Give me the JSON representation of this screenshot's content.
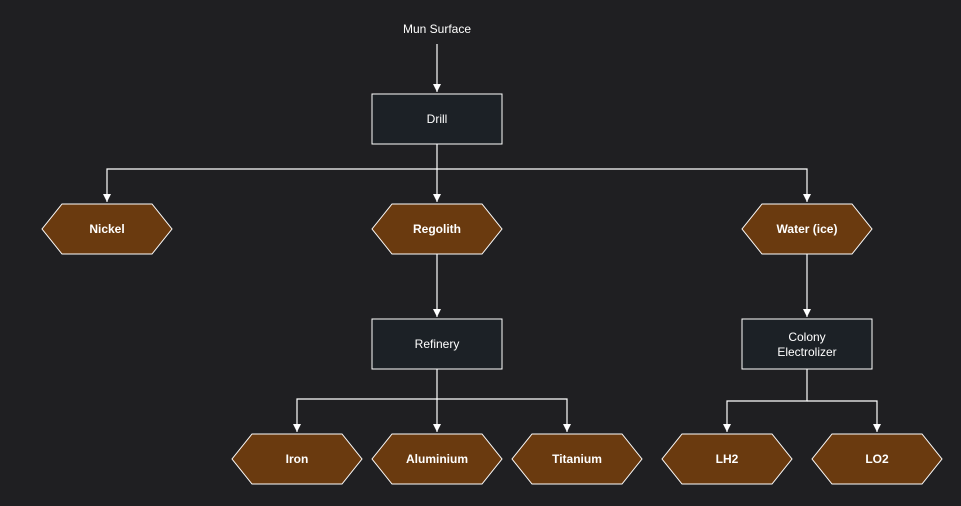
{
  "diagram": {
    "colors": {
      "background": "#1f1f22",
      "process_fill": "#1c2126",
      "resource_fill": "#6a3a0f",
      "stroke": "#ffffff",
      "text": "#ffffff"
    },
    "source": {
      "label": "Mun Surface"
    },
    "drill": {
      "label": "Drill"
    },
    "resources": {
      "nickel": "Nickel",
      "regolith": "Regolith",
      "water": "Water (ice)"
    },
    "refinery": {
      "label": "Refinery"
    },
    "electrolizer": {
      "line1": "Colony",
      "line2": "Electrolizer"
    },
    "products": {
      "iron": "Iron",
      "aluminium": "Aluminium",
      "titanium": "Titanium",
      "lh2": "LH2",
      "lo2": "LO2"
    }
  }
}
